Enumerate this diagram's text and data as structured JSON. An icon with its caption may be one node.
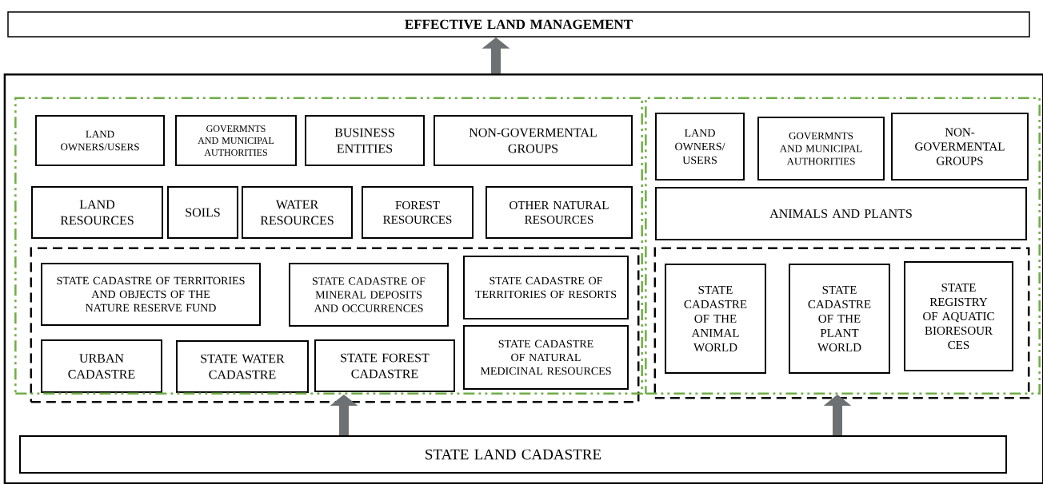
{
  "diagram": {
    "nodes": [
      {
        "text": [
          "EFFECTIVE LAND MANAGEMENT"
        ]
      },
      {
        "text": [],
        "shape": "box"
      },
      {
        "text": [],
        "shape": "box",
        "in": 1
      },
      {
        "text": [],
        "shape": "box",
        "in": 1
      },
      {
        "text": [
          "LAND OWNERS/USERS"
        ],
        "in": 2
      },
      {
        "text": [
          "GOVERMNTS AND MUNICIPAL AUTHORITIES"
        ],
        "in": 2
      },
      {
        "text": [
          "BUSINESS ENTITIES"
        ],
        "in": 2
      },
      {
        "text": [
          "NON-GOVERMENTAL GROUPS"
        ],
        "in": 2
      },
      {
        "text": [
          "LAND RESOURCES"
        ],
        "in": 2
      },
      {
        "text": [
          "SOILS"
        ],
        "in": 2
      },
      {
        "text": [
          "WATER RESOURCES"
        ],
        "in": 2
      },
      {
        "text": [
          "FOREST RESOURCES"
        ],
        "in": 2
      },
      {
        "text": [
          "OTHER NATURAL RESOURCES"
        ],
        "in": 2
      },
      {
        "text": [],
        "shape": "box",
        "in": 2
      },
      {
        "text": [
          "STATE CADASTRE OF TERRITORIES AND OBJECTS OF THE NATURE RESERVE FUND"
        ],
        "in": 13
      },
      {
        "text": [
          "STATE CADASTRE OF MINERAL DEPOSITS AND OCCURRENCES"
        ],
        "in": 13
      },
      {
        "text": [
          "STATE CADASTRE OF TERRITORIES OF RESORTS"
        ],
        "in": 13
      },
      {
        "text": [
          "URBAN CADASTRE"
        ],
        "in": 13
      },
      {
        "text": [
          "STATE WATER CADASTRE"
        ],
        "in": 13
      },
      {
        "text": [
          "STATE FOREST CADASTRE"
        ],
        "in": 13
      },
      {
        "text": [
          "STATE CADASTRE OF NATURAL MEDICINAL RESOURCES"
        ],
        "in": 13
      },
      {
        "text": [
          "LAND OWNERS/ USERS"
        ],
        "in": 3
      },
      {
        "text": [
          "GOVERMNTS AND MUNICIPAL AUTHORITIES"
        ],
        "in": 3
      },
      {
        "text": [
          "NON- GOVERMENTAL GROUPS"
        ],
        "in": 3
      },
      {
        "text": [
          "ANIMALS AND PLANTS"
        ],
        "in": 3
      },
      {
        "text": [],
        "shape": "box",
        "in": 3
      },
      {
        "text": [
          "STATE CADASTRE OF THE ANIMAL WORLD"
        ],
        "in": 25
      },
      {
        "text": [
          "STATE CADASTRE OF THE PLANT WORLD"
        ],
        "in": 25
      },
      {
        "text": [
          "STATE REGISTRY OF AQUATIC BIORESOUR CES"
        ],
        "in": 25
      },
      {
        "text": [
          "STATE LAND CADASTRE"
        ],
        "in": 1
      }
    ],
    "edges": [
      {
        "from": 1,
        "to": 0,
        "arrow": "to"
      },
      {
        "from": 29,
        "to": 2,
        "arrow": "to"
      },
      {
        "from": 29,
        "to": 3,
        "arrow": "to"
      }
    ]
  }
}
